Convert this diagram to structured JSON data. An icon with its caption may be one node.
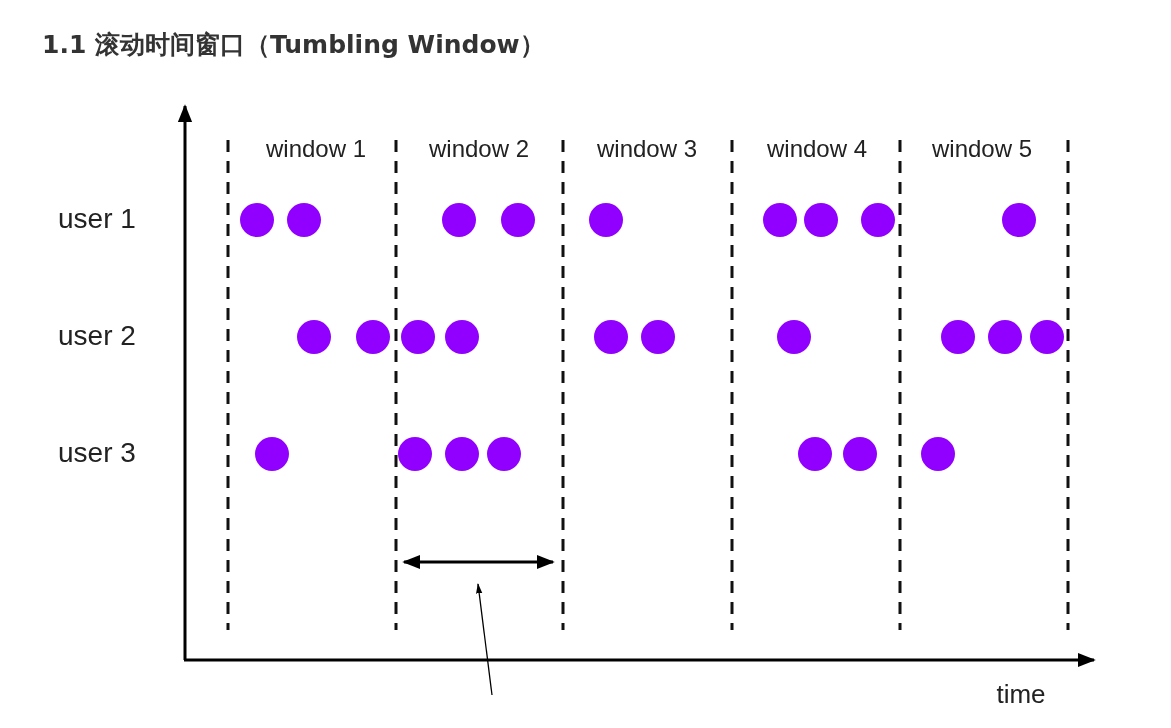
{
  "diagram": {
    "title": "1.1 滚动时间窗口（Tumbling Window）",
    "labels": [
      "window 1",
      "window 2",
      "window 3",
      "window 4",
      "window 5",
      "user 1",
      "user 2",
      "user 3",
      "time"
    ]
  }
}
